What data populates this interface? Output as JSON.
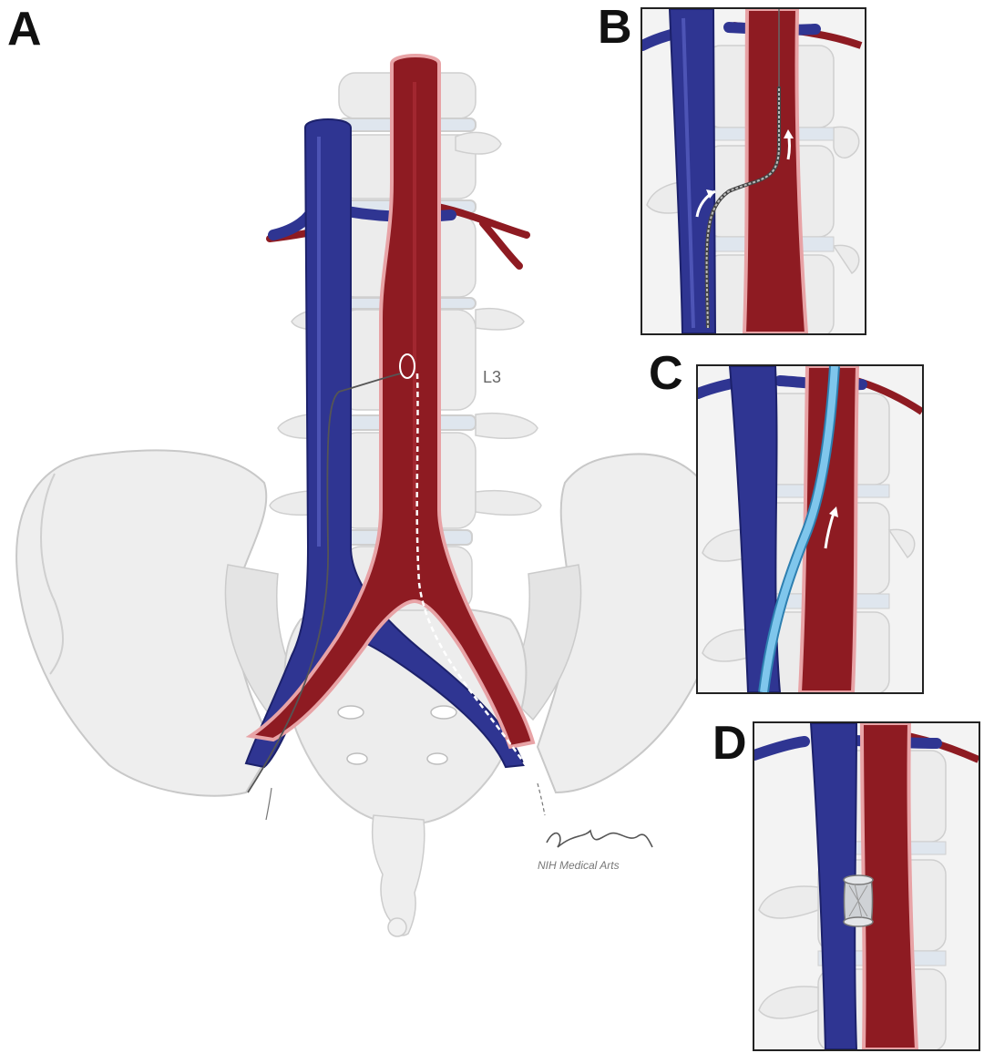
{
  "panels": {
    "a": "A",
    "b": "B",
    "c": "C",
    "d": "D"
  },
  "vertebra_label": "L3",
  "credit": "NIH Medical Arts",
  "colors": {
    "vein": "#2f3592",
    "vein_highlight": "#5a62c4",
    "artery": "#8e1b22",
    "artery_wall": "#e8a3a6",
    "bone": "#ececec",
    "bone_outline": "#c9c9c9",
    "sheath": "#7fc6ec",
    "wire": "#555555"
  },
  "icons": [
    "signature-icon",
    "curved-arrow-icon",
    "stent-graft-icon",
    "snare-loop-icon"
  ]
}
